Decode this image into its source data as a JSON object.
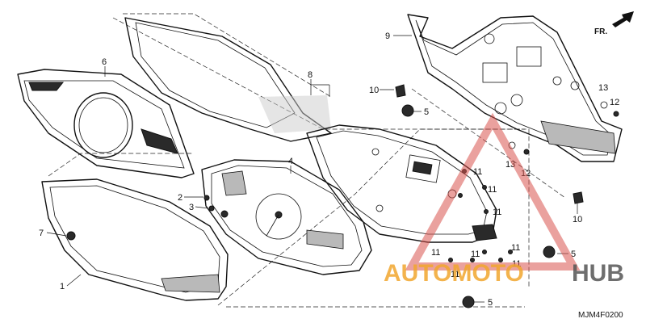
{
  "diagram": {
    "callouts": {
      "n1": "1",
      "n2": "2",
      "n3": "3",
      "n4": "4",
      "n5": "5",
      "n6": "6",
      "n7": "7",
      "n8": "8",
      "n9": "9",
      "n10": "10",
      "n11": "11",
      "n12": "12",
      "n13": "13"
    },
    "direction_label": "FR.",
    "diagram_code": "MJM4F0200"
  },
  "watermark": {
    "part1": "AUTOMOTO",
    "part2": "HUB",
    "color_primary": "#f2a62e",
    "color_secondary": "#d9534f"
  }
}
